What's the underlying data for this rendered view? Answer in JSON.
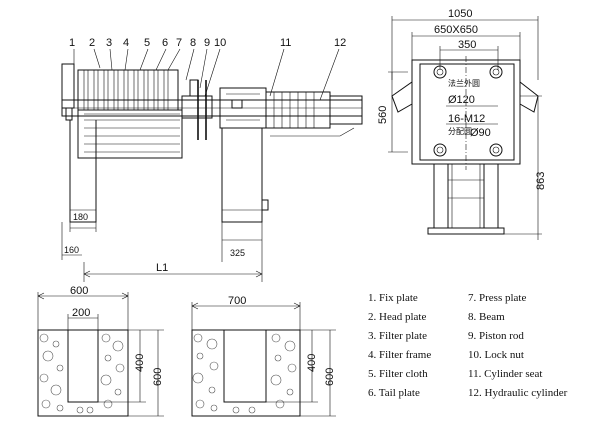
{
  "callouts": [
    "1",
    "2",
    "3",
    "4",
    "5",
    "6",
    "7",
    "8",
    "9",
    "10",
    "11",
    "12"
  ],
  "front_view": {
    "dim_180": "180",
    "dim_160": "160",
    "dim_325": "325",
    "dim_L1": "L1"
  },
  "side_view": {
    "dim_1050": "1050",
    "dim_650x650": "650X650",
    "dim_350": "350",
    "dim_560": "560",
    "dim_863": "863",
    "flange_label": "法兰外圆",
    "flange_dia": "Ø120",
    "bolt_spec": "16-M12",
    "pcd_label": "分配圆",
    "pcd_dia": "Ø90"
  },
  "foundation_left": {
    "dim_width": "600",
    "dim_inner": "200",
    "dim_h400": "400",
    "dim_h600": "600"
  },
  "foundation_right": {
    "dim_width": "700",
    "dim_h400": "400",
    "dim_h600": "600"
  },
  "legend": [
    {
      "text": "1. Fix plate"
    },
    {
      "text": "2. Head plate"
    },
    {
      "text": "3. Filter plate"
    },
    {
      "text": "4. Filter frame"
    },
    {
      "text": "5. Filter cloth"
    },
    {
      "text": "6. Tail plate"
    },
    {
      "text": "7. Press plate"
    },
    {
      "text": "8. Beam"
    },
    {
      "text": "9. Piston rod"
    },
    {
      "text": "10. Lock nut"
    },
    {
      "text": "11. Cylinder seat"
    },
    {
      "text": "12. Hydraulic cylinder"
    }
  ]
}
